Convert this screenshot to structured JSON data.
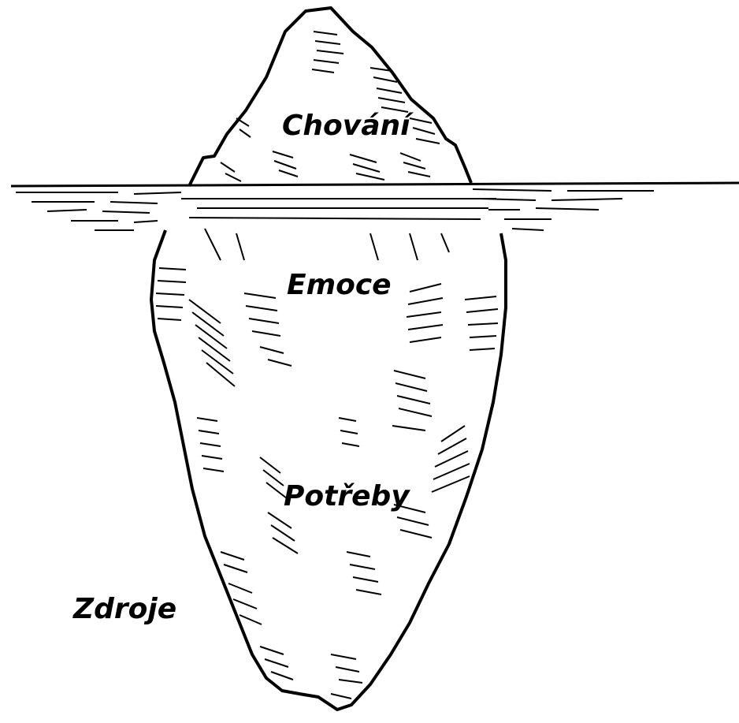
{
  "diagram": {
    "labels": {
      "behavior": "Chování",
      "emotions": "Emoce",
      "needs": "Potřeby",
      "resources": "Zdroje"
    },
    "colors": {
      "ink": "#000000",
      "background": "#ffffff"
    }
  }
}
